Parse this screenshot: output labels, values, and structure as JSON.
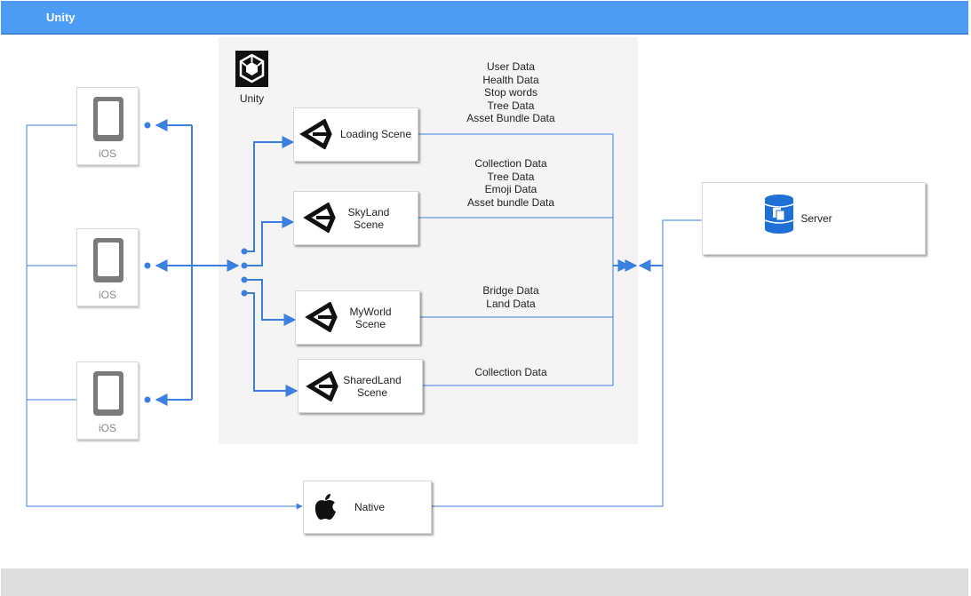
{
  "header": {
    "title": "Unity"
  },
  "colors": {
    "header_bg": "#4c9cf5",
    "connector": "#3b7fe0",
    "panel_bg": "#f4f4f4",
    "footer_bg": "#dddddd"
  },
  "unity_group": {
    "label": "Unity",
    "icon": "unity-logo-icon"
  },
  "devices": [
    {
      "label": "iOS",
      "icon": "phone-icon"
    },
    {
      "label": "iOS",
      "icon": "phone-icon"
    },
    {
      "label": "iOS",
      "icon": "phone-icon"
    }
  ],
  "scenes": [
    {
      "label_lines": [
        "Loading Scene"
      ],
      "icon": "unity-icon",
      "data": [
        "User Data",
        "Health Data",
        "Stop words",
        "Tree Data",
        "Asset Bundle Data"
      ]
    },
    {
      "label_lines": [
        "SkyLand",
        "Scene"
      ],
      "icon": "unity-icon",
      "data": [
        "Collection Data",
        "Tree Data",
        "Emoji Data",
        "Asset bundle Data"
      ]
    },
    {
      "label_lines": [
        "MyWorld",
        "Scene"
      ],
      "icon": "unity-icon",
      "data": [
        "Bridge Data",
        "Land Data"
      ]
    },
    {
      "label_lines": [
        "SharedLand",
        "Scene"
      ],
      "icon": "unity-icon",
      "data": [
        "Collection Data"
      ]
    }
  ],
  "native": {
    "label": "Native",
    "icon": "apple-icon"
  },
  "server": {
    "label": "Server",
    "icon": "database-icon"
  }
}
